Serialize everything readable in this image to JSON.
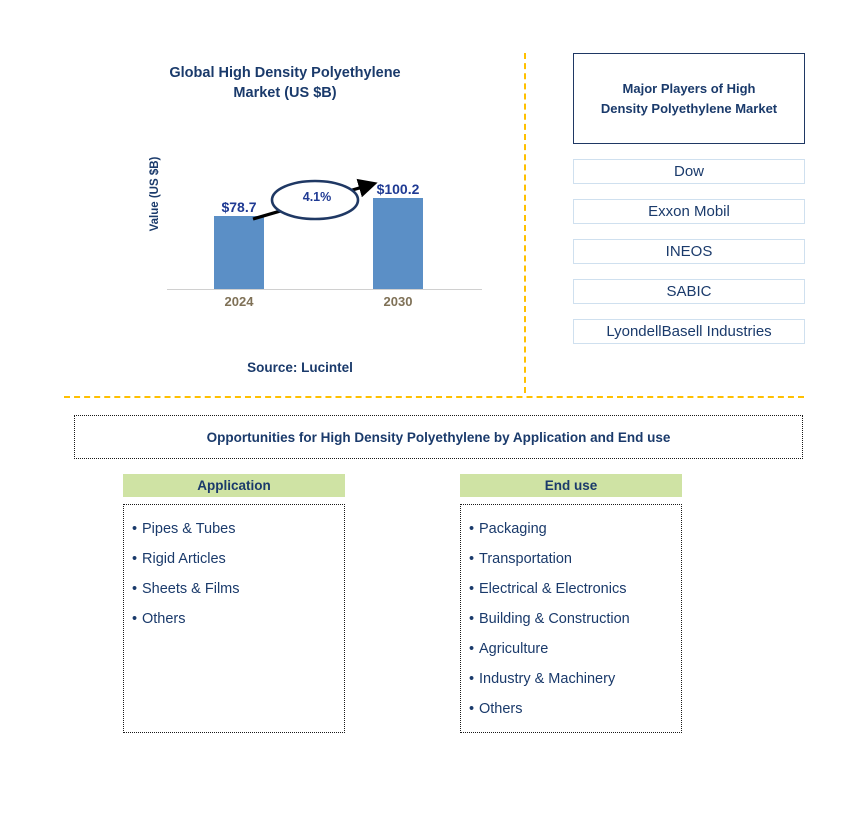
{
  "chart_panel": {
    "title": "Global High Density Polyethylene\nMarket (US $B)",
    "title_line1": "Global High Density Polyethylene",
    "title_line2": "Market (US $B)",
    "source": "Source: Lucintel"
  },
  "chart_data": {
    "type": "bar",
    "title": "Global High Density Polyethylene Market (US $B)",
    "xlabel": "",
    "ylabel": "Value (US $B)",
    "categories": [
      "2024",
      "2030"
    ],
    "values": [
      78.7,
      100.2
    ],
    "value_labels": [
      "$78.7",
      "$100.2"
    ],
    "ylim": [
      0,
      110
    ],
    "grid": false,
    "legend": null,
    "bar_color": "#5b8fc6",
    "annotations": [
      {
        "text": "4.1%",
        "type": "cagr-ellipse-arrow",
        "from_category": "2024",
        "to_category": "2030"
      }
    ]
  },
  "players": {
    "header_line1": "Major Players of High",
    "header_line2": "Density Polyethylene Market",
    "items": [
      {
        "label": "Dow"
      },
      {
        "label": "Exxon Mobil"
      },
      {
        "label": "INEOS"
      },
      {
        "label": "SABIC"
      },
      {
        "label": "LyondellBasell Industries"
      }
    ]
  },
  "opportunities": {
    "banner": "Opportunities for High Density Polyethylene by Application and End use",
    "columns": [
      {
        "header": "Application",
        "items": [
          "Pipes & Tubes",
          "Rigid Articles",
          "Sheets & Films",
          "Others"
        ]
      },
      {
        "header": "End use",
        "items": [
          "Packaging",
          "Transportation",
          "Electrical & Electronics",
          "Building & Construction",
          "Agriculture",
          "Industry & Machinery",
          "Others"
        ]
      }
    ]
  },
  "bullet": "•",
  "colors": {
    "navy": "#1a3a6b",
    "bar_blue": "#5b8fc6",
    "divider_orange": "#ffc000",
    "header_green": "#cfe3a4",
    "year_label": "#7f7157"
  }
}
